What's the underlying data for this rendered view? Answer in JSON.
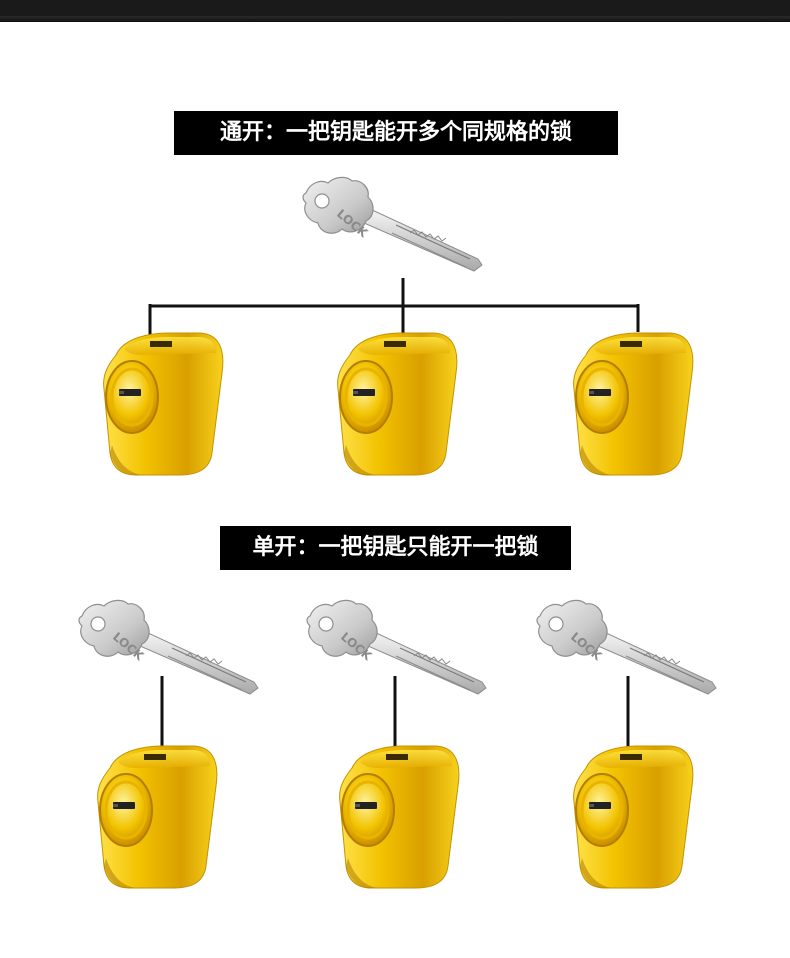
{
  "sections": [
    {
      "title": "通开：一把钥匙能开多个同规格的锁"
    },
    {
      "title": "单开：一把钥匙只能开一把锁"
    }
  ],
  "key_engraving": "LOCK",
  "colors": {
    "banner_bg": "#000000",
    "banner_text": "#ffffff",
    "lock_gold": "#f0b800",
    "key_silver": "#d9d9d9",
    "line": "#111111"
  },
  "icons": [
    "key-icon",
    "lock-cylinder-icon"
  ]
}
